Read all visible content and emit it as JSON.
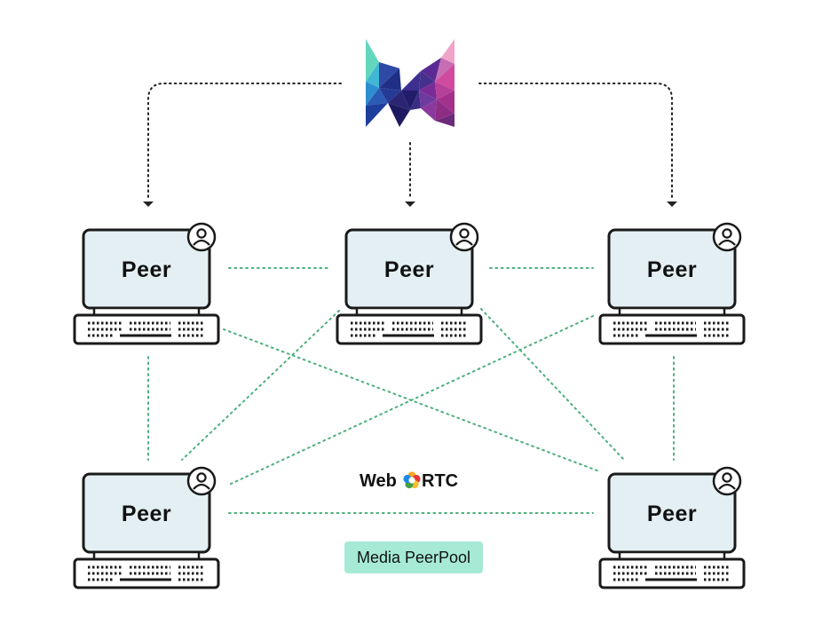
{
  "colors": {
    "monitor_fill": "#e3eff3",
    "outline": "#1a1a1a",
    "mesh_line": "#4caf7d",
    "signal_line": "#222222",
    "pool_badge": "#a6ead6"
  },
  "logo": {
    "icon": "m-triangle-mosaic-logo"
  },
  "peers": [
    {
      "label": "Peer",
      "icon": "user-avatar-icon"
    },
    {
      "label": "Peer",
      "icon": "user-avatar-icon"
    },
    {
      "label": "Peer",
      "icon": "user-avatar-icon"
    },
    {
      "label": "Peer",
      "icon": "user-avatar-icon"
    },
    {
      "label": "Peer",
      "icon": "user-avatar-icon"
    }
  ],
  "webrtc": {
    "prefix": "Web",
    "suffix": "RTC",
    "icon": "webrtc-ring-icon"
  },
  "pool": {
    "label": "Media PeerPool"
  }
}
